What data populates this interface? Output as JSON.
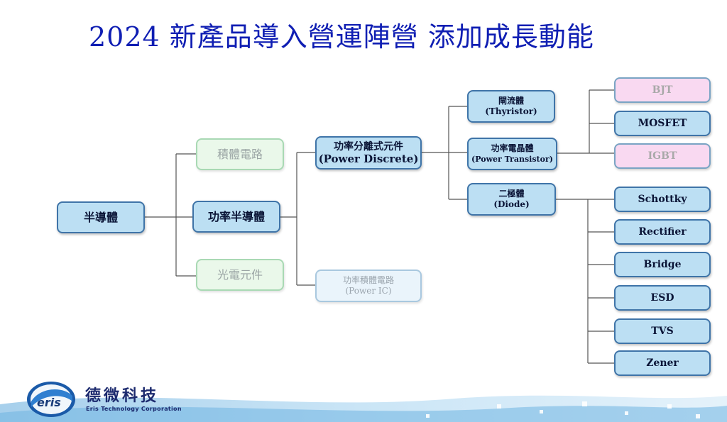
{
  "title": "2024 新產品導入營運陣營  添加成長動能",
  "colors": {
    "title": "#0f1eb3",
    "active_fill": "#bcdff3",
    "active_border": "#3f74a8",
    "dim_green_fill": "#eaf8ea",
    "dim_blue_fill": "#eaf4fb",
    "dim_pink_fill": "#f9d9f1",
    "line": "#555555"
  },
  "nodes": {
    "semiconductor": {
      "label": "半導體"
    },
    "ic": {
      "label": "積體電路"
    },
    "power_semi": {
      "label": "功率半導體"
    },
    "opto": {
      "label": "光電元件"
    },
    "discrete": {
      "label": "功率分離式元件",
      "sub": "(Power Discrete)"
    },
    "power_ic": {
      "label": "功率積體電路",
      "sub": "(Power IC)"
    },
    "thyristor": {
      "label": "閘流體",
      "sub": "(Thyristor)"
    },
    "transistor": {
      "label": "功率電晶體",
      "sub": "(Power Transistor)"
    },
    "diode": {
      "label": "二極體",
      "sub": "(Diode)"
    },
    "bjt": {
      "label": "BJT"
    },
    "mosfet": {
      "label": "MOSFET"
    },
    "igbt": {
      "label": "IGBT"
    },
    "schottky": {
      "label": "Schottky"
    },
    "rectifier": {
      "label": "Rectifier"
    },
    "bridge": {
      "label": "Bridge"
    },
    "esd": {
      "label": "ESD"
    },
    "tvs": {
      "label": "TVS"
    },
    "zener": {
      "label": "Zener"
    }
  },
  "footer": {
    "company_cn": "德微科技",
    "company_en": "Eris Technology Corporation",
    "logo_text": "eris"
  }
}
